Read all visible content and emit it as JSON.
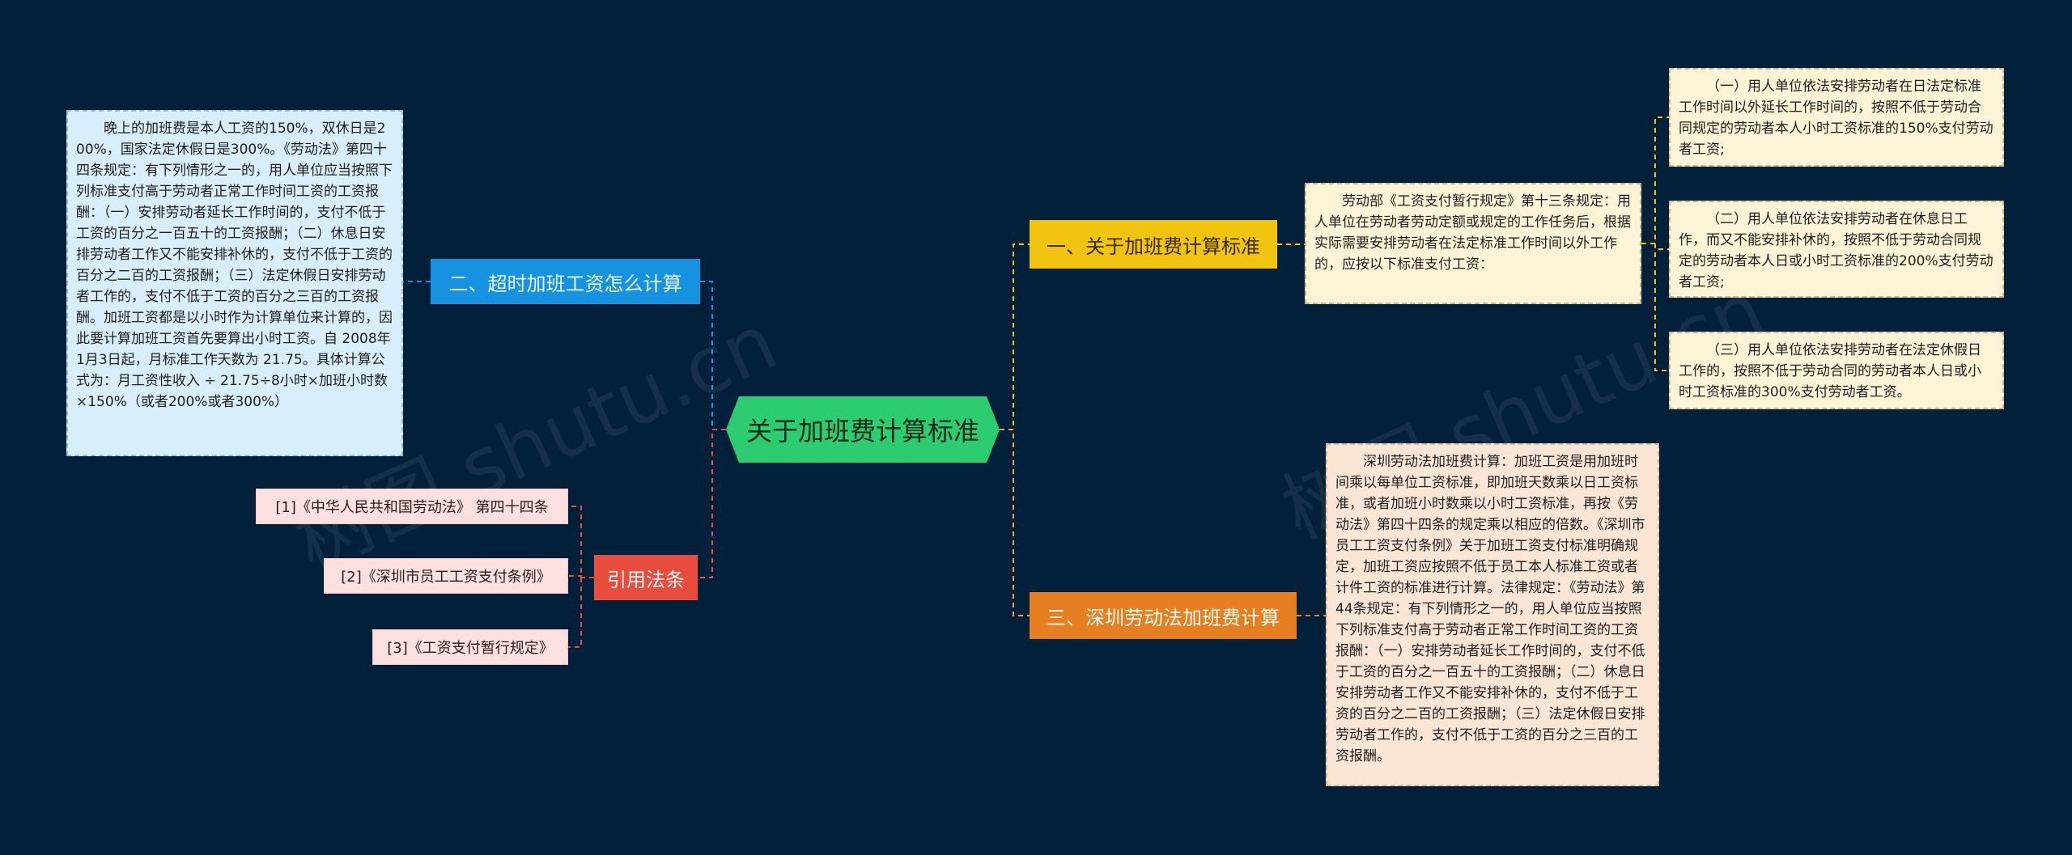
{
  "root": {
    "label": "关于加班费计算标准"
  },
  "branches": {
    "b1": {
      "label": "一、关于加班费计算标准"
    },
    "b2": {
      "label": "二、超时加班工资怎么计算"
    },
    "b3": {
      "label": "三、深圳劳动法加班费计算"
    },
    "b4": {
      "label": "引用法条"
    }
  },
  "leaves": {
    "b1_main": "劳动部《工资支付暂行规定》第十三条规定：用人单位在劳动者劳动定额或规定的工作任务后，根据实际需要安排劳动者在法定标准工作时间以外工作的，应按以下标准支付工资：",
    "b1_a": "（一）用人单位依法安排劳动者在日法定标准工作时间以外延长工作时间的，按照不低于劳动合同规定的劳动者本人小时工资标准的150%支付劳动者工资;",
    "b1_b": "（二）用人单位依法安排劳动者在休息日工作，而又不能安排补休的，按照不低于劳动合同规定的劳动者本人日或小时工资标准的200%支付劳动者工资;",
    "b1_c": "（三）用人单位依法安排劳动者在法定休假日工作的，按照不低于劳动合同的劳动者本人日或小时工资标准的300%支付劳动者工资。",
    "b2_main": "晚上的加班费是本人工资的150%，双休日是200%，国家法定休假日是300%。《劳动法》第四十四条规定：有下列情形之一的，用人单位应当按照下列标准支付高于劳动者正常工作时间工资的工资报酬：（一）安排劳动者延长工作时间的，支付不低于工资的百分之一百五十的工资报酬；（二）休息日安排劳动者工作又不能安排补休的，支付不低于工资的百分之二百的工资报酬；（三）法定休假日安排劳动者工作的，支付不低于工资的百分之三百的工资报酬。加班工资都是以小时作为计算单位来计算的，因此要计算加班工资首先要算出小时工资。自 2008年1月3日起，月标准工作天数为 21.75。具体计算公式为：月工资性收入 ÷ 21.75÷8小时×加班小时数×150%（或者200%或者300%）",
    "b3_main": "深圳劳动法加班费计算：加班工资是用加班时间乘以每单位工资标准，即加班天数乘以日工资标准，或者加班小时数乘以小时工资标准，再按《劳动法》第四十四条的规定乘以相应的倍数。《深圳市员工工资支付条例》关于加班工资支付标准明确规定，加班工资应按照不低于员工本人标准工资或者计件工资的标准进行计算。法律规定：《劳动法》第44条规定：有下列情形之一的，用人单位应当按照下列标准支付高于劳动者正常工作时间工资的工资报酬：（一）安排劳动者延长工作时间的，支付不低于工资的百分之一百五十的工资报酬；（二）休息日安排劳动者工作又不能安排补休的，支付不低于工资的百分之二百的工资报酬；（三）法定休假日安排劳动者工作的，支付不低于工资的百分之三百的工资报酬。"
  },
  "refs": [
    "[1]《中华人民共和国劳动法》 第四十四条",
    "[2]《深圳市员工工资支付条例》",
    "[3]《工资支付暂行规定》"
  ],
  "watermark": "树图 shutu.cn",
  "colors": {
    "background": "#03203a",
    "root": "#2ecc71",
    "b1": "#f1c40f",
    "b2": "#1792e0",
    "b3": "#e67e22",
    "b4": "#e74c3c"
  }
}
